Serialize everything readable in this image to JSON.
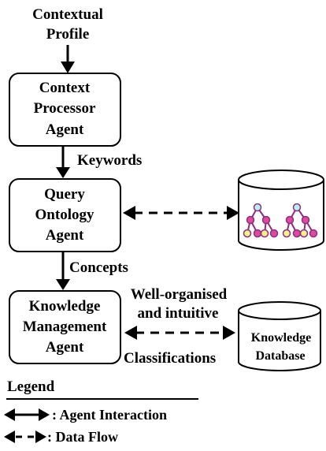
{
  "inputs": {
    "contextual_profile": [
      "Contextual",
      "Profile"
    ]
  },
  "agents": {
    "context_processor": [
      "Context",
      "Processor",
      "Agent"
    ],
    "query_ontology": [
      "Query",
      "Ontology",
      "Agent"
    ],
    "knowledge_management": [
      "Knowledge",
      "Management",
      "Agent"
    ]
  },
  "flows": {
    "keywords": "Keywords",
    "concepts": "Concepts",
    "well_organised": [
      "Well-organised",
      "and intuitive"
    ],
    "classifications": "Classifications"
  },
  "stores": {
    "knowledge_database": [
      "Knowledge",
      "Database"
    ]
  },
  "legend": {
    "title": "Legend",
    "agent_interaction": ": Agent Interaction",
    "data_flow": ": Data Flow"
  },
  "colors": {
    "tree_node_cyan": "#b8f0ef",
    "tree_node_magenta": "#e0489f",
    "tree_node_yellow": "#f7f08a",
    "tree_edge": "#8b2f7e"
  }
}
